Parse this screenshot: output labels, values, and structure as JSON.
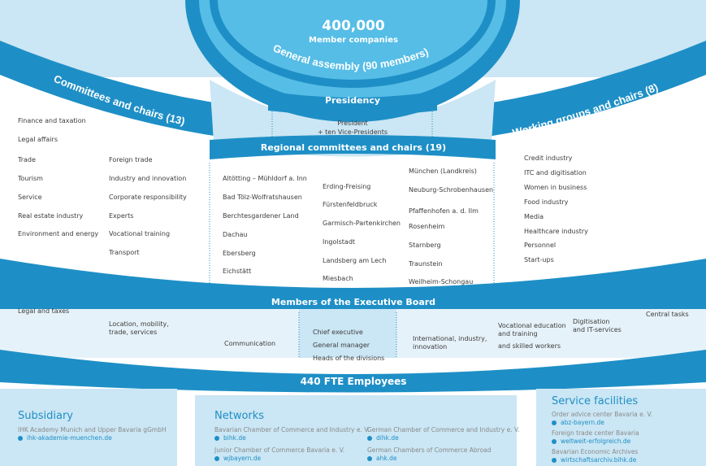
{
  "colors": {
    "dark": "#1e8fc6",
    "light": "#cbe6f4",
    "bright": "#56bde6",
    "pale": "#e6f2f9"
  },
  "top": {
    "count": "400,000",
    "label": "Member companies"
  },
  "general_assembly": "General assembly (90 members)",
  "presidency": {
    "title": "Presidency",
    "line1": "President",
    "line2": "+ ten Vice-Presidents"
  },
  "committees": {
    "title": "Committees and chairs (13)",
    "col1": [
      "Finance and taxation",
      "Legal affairs",
      "Trade",
      "Tourism",
      "Service",
      "Real estate industry",
      "Environment and energy"
    ],
    "col2": [
      "Foreign trade",
      "Industry and innovation",
      "Corporate responsibility",
      "Experts",
      "Vocational training",
      "Transport"
    ]
  },
  "regional": {
    "title": "Regional committees and chairs (19)",
    "col1": [
      "Altötting – Mühldorf a. Inn",
      "Bad Tölz-Wolfratshausen",
      "Berchtesgardener Land",
      "Dachau",
      "Ebersberg",
      "Eichstätt"
    ],
    "col2": [
      "Erding-Freising",
      "Fürstenfeldbruck",
      "Garmisch-Partenkirchen",
      "Ingolstadt",
      "Landsberg am Lech",
      "Miesbach"
    ],
    "col3": [
      "München (Landkreis)",
      "Neuburg-Schrobenhausen",
      "Pfaffenhofen a. d. Ilm",
      "Rosenheim",
      "Starnberg",
      "Traunstein",
      "Weilheim-Schongau"
    ]
  },
  "working": {
    "title": "Working groups and chairs (8)",
    "items": [
      "Credit industry",
      "ITC and digitisation",
      "Women in business",
      "Food industry",
      "Media",
      "Healthcare industry",
      "Personnel",
      "Start-ups"
    ]
  },
  "board": {
    "title": "Members of the Executive Board",
    "legal": "Legal and taxes",
    "location": [
      "Location, mobility,",
      "trade, services"
    ],
    "communication": "Communication",
    "chief": [
      "Chief executive",
      "General manager",
      "Heads of the divisions"
    ],
    "international": [
      "International, industry,",
      "innovation"
    ],
    "vocational": [
      "Vocational education",
      "and training",
      "and skilled workers"
    ],
    "digitisation": [
      "Digitisation",
      "and IT-services"
    ],
    "central": "Central tasks"
  },
  "employees": "440 FTE Employees",
  "subsidiary": {
    "title": "Subsidiary",
    "name": "IHK Academy Munich and Upper Bavaria gGmbH",
    "link": "ihk-akademie-muenchen.de"
  },
  "networks": {
    "title": "Networks",
    "items": [
      {
        "name": "Bavarian Chamber of Commerce and Industry e. V.",
        "link": "bihk.de"
      },
      {
        "name": "Junior Chamber of Commerce Bavaria e. V.",
        "link": "wjbayern.de"
      },
      {
        "name": "German Chamber of Commerce and Industry e. V.",
        "link": "dihk.de"
      },
      {
        "name": "German Chambers of Commerce Abroad",
        "link": "ahk.de"
      }
    ]
  },
  "service": {
    "title": "Service facilities",
    "items": [
      {
        "name": "Order advice center Bavaria e. V.",
        "link": "abz-bayern.de"
      },
      {
        "name": "Foreign trade center Bavaria",
        "link": "weltweit-erfolgreich.de"
      },
      {
        "name": "Bavarian Economic Archives",
        "link": "wirtschaftsarchiv.bihk.de"
      }
    ]
  }
}
